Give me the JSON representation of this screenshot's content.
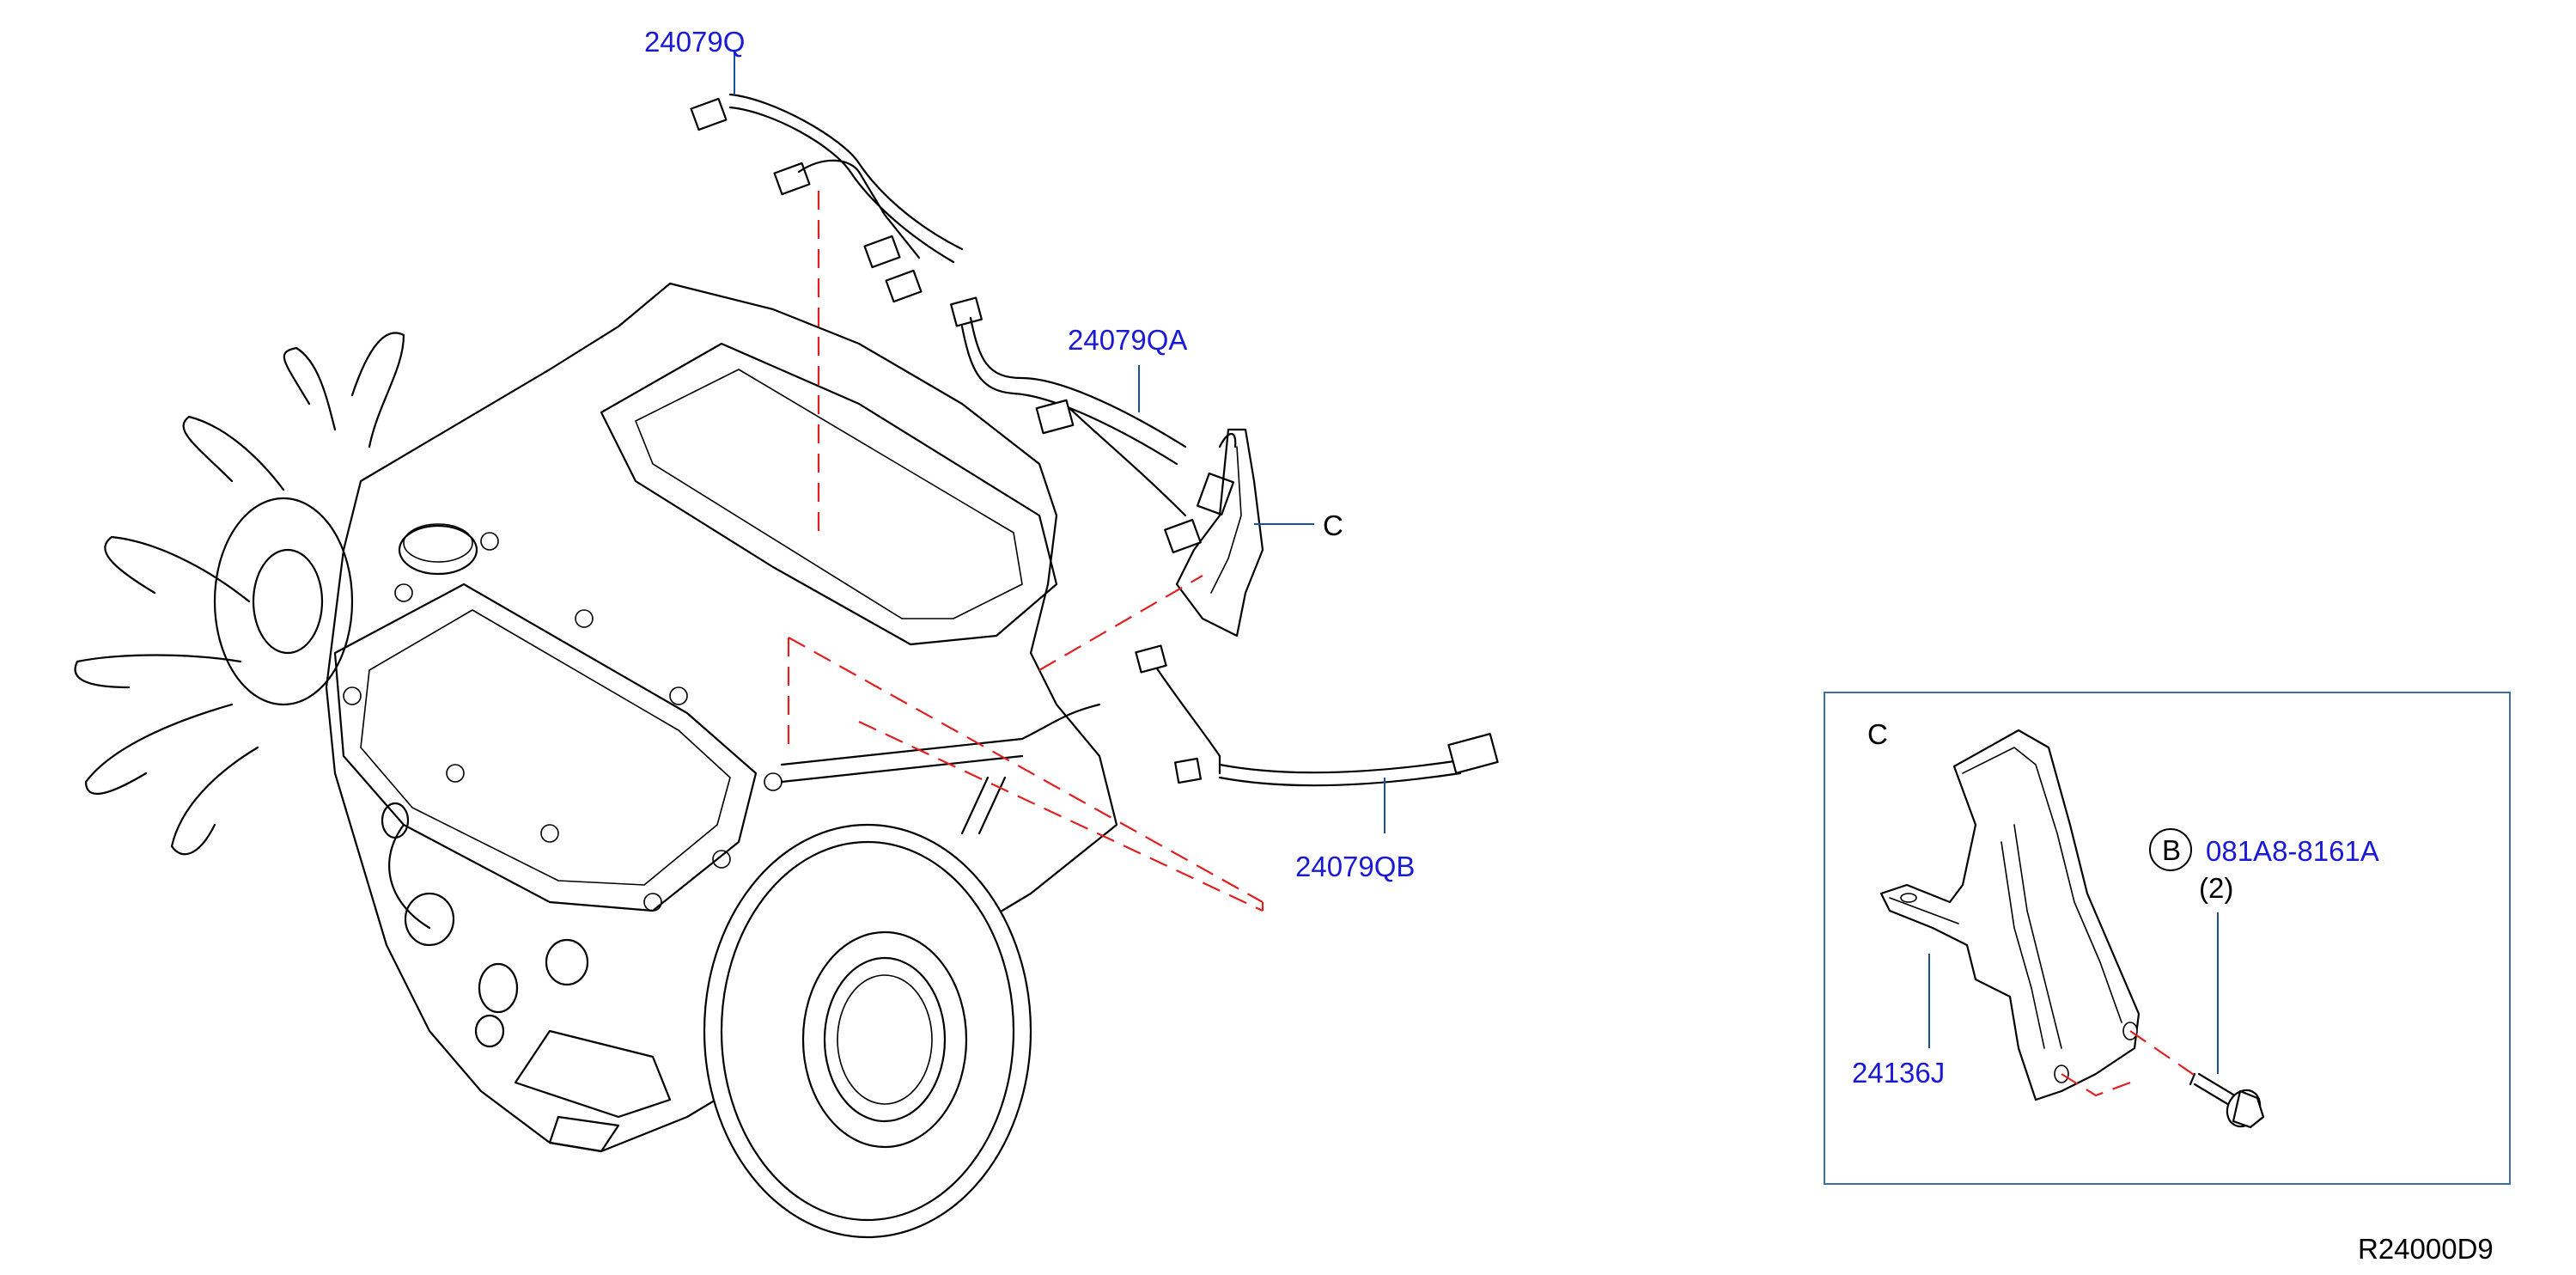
{
  "callouts": {
    "harness_q": "24079Q",
    "harness_qa": "24079QA",
    "harness_qb": "24079QB",
    "detail_ref": "C",
    "bracket": "24136J",
    "bolt_symbol": "B",
    "bolt": "081A8-8161A",
    "bolt_qty": "(2)"
  },
  "detail": {
    "title": "C"
  },
  "diagram_id": "R24000D9",
  "colors": {
    "part_number": "#1a1ad6",
    "leader_line": "#1a4f9a",
    "dashed_guide": "#e02020",
    "outline": "#000000"
  }
}
